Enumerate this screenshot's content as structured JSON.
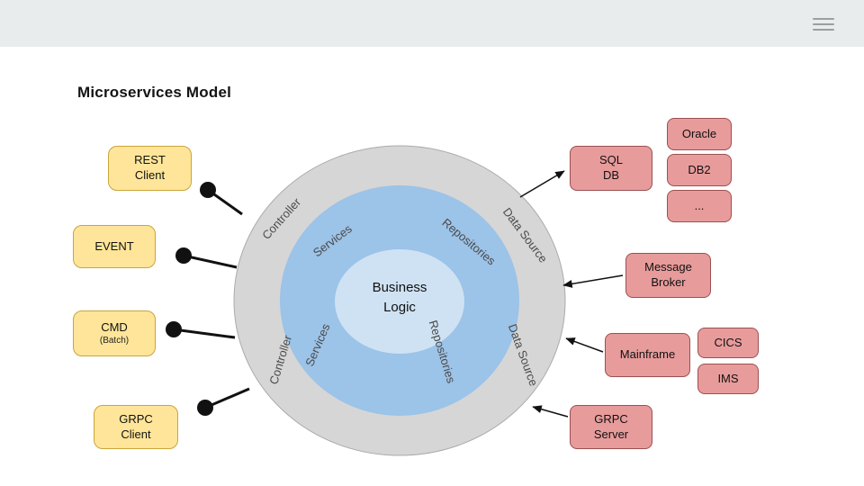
{
  "title": "Microservices Model",
  "header": {
    "menu_tooltip": "menu"
  },
  "colors": {
    "header_bg": "#e9ecec",
    "client_fill": "#FFE599",
    "client_stroke": "#C9A53B",
    "target_fill": "#E89B9B",
    "target_stroke": "#9B5050",
    "ring_outer": "#D6D6D6",
    "ring_middle": "#9CC3E8",
    "ring_inner": "#CFE2F3"
  },
  "diagram": {
    "center": "Business\nLogic",
    "rings": {
      "controller_top": "Controller",
      "controller_bottom": "Controller",
      "data_source_top": "Data Source",
      "data_source_bottom": "Data Source",
      "services_top": "Services",
      "services_bottom": "Services",
      "repositories_top": "Repositories",
      "repositories_bottom": "Repositories"
    },
    "clients": {
      "rest": "REST\nClient",
      "event": "EVENT",
      "cmd": "CMD",
      "cmd_sub": "(Batch)",
      "grpc": "GRPC\nClient"
    },
    "targets": {
      "sql_db": "SQL\nDB",
      "oracle": "Oracle",
      "db2": "DB2",
      "more": "...",
      "message_broker": "Message\nBroker",
      "mainframe": "Mainframe",
      "cics": "CICS",
      "ims": "IMS",
      "grpc_server": "GRPC\nServer"
    }
  }
}
